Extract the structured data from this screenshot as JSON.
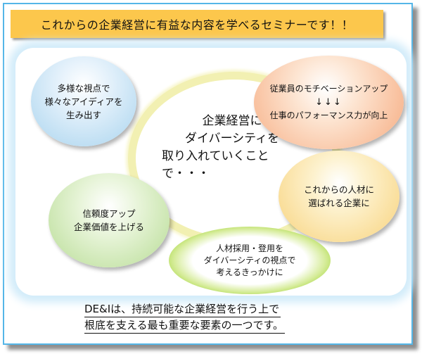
{
  "banner": {
    "text": "これからの企業経営に有益な内容を学べるセミナーです！！"
  },
  "center": {
    "lines": [
      "企業経営に",
      "ダイバーシティを",
      "取り入れていくことで・・・"
    ]
  },
  "bubbles": {
    "top_left": {
      "lines": [
        "多様な視点で",
        "様々なアイディアを",
        "生み出す"
      ]
    },
    "top_right": {
      "line1": "従業員のモチベーションアップ",
      "arrows": "↓↓↓",
      "line2": "仕事のパフォーマンス力が向上"
    },
    "bottom_left": {
      "lines": [
        "信頼度アップ",
        "企業価値を上げる"
      ]
    },
    "middle_right": {
      "lines": [
        "これからの人材に",
        "選ばれる企業に"
      ]
    },
    "bottom_center": {
      "lines": [
        "人材採用・登用を",
        "ダイバーシティの視点で",
        "考えるきっかけに"
      ]
    }
  },
  "footer": {
    "lines": [
      "DE&Iは、持続可能な企業経営を行う上で",
      "根底を支える最も重要な要素の一つです。"
    ]
  },
  "colors": {
    "frame_border": "#54b6e8",
    "banner": "#fcc74c",
    "bubble_blue": "#a9d4ee",
    "bubble_peach": "#f6ab80",
    "bubble_green": "#b7dc94",
    "bubble_yellow": "#f8d27b",
    "ring": "#f2f0b2",
    "lime_ring": "#b2dc58"
  }
}
